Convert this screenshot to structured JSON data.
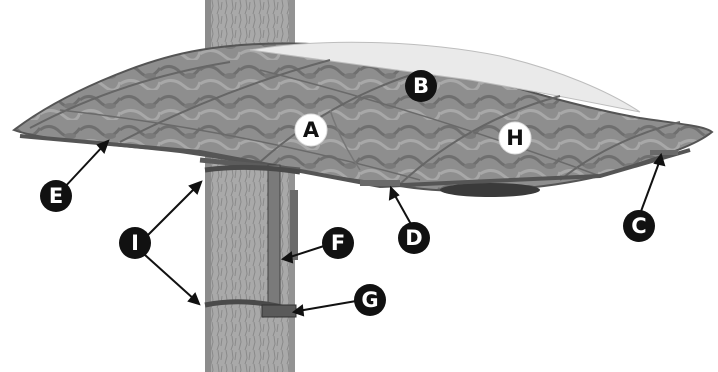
{
  "figure": {
    "description_hidden": "",
    "callouts": {
      "A": "A",
      "B": "B",
      "C": "C",
      "D": "D",
      "E": "E",
      "F": "F",
      "G": "G",
      "H": "H",
      "I": "I"
    },
    "colors": {
      "dark_badge": "#111111",
      "light_badge": "#ffffff",
      "trunk": "#a7a7a7",
      "canopy": "#8d8d8d",
      "canopy_top": "#e8e8e8",
      "frame": "#5a5a5a"
    }
  }
}
